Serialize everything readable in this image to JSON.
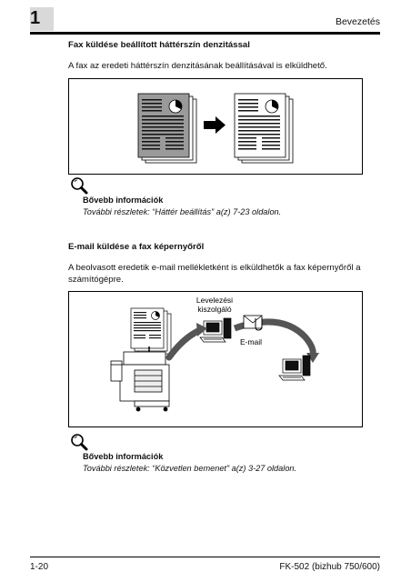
{
  "header": {
    "chapter_number": "1",
    "title": "Bevezetés"
  },
  "section1": {
    "heading": "Fax küldése beállított háttérszín denzitással",
    "paragraph": "A fax az eredeti háttérszín denzitásának beállításával is elküldhető.",
    "info_title": "Bővebb információk",
    "info_text": "További részletek: “Háttér beállítás” a(z) 7-23 oldalon."
  },
  "section2": {
    "heading": "E-mail küldése a fax képernyőről",
    "paragraph_line1": "A beolvasott eredetik e-mail mellékletként is elküldhetők a fax képernyőről a",
    "paragraph_line2": "számítógépre.",
    "server_label_line1": "Levelezési",
    "server_label_line2": "kiszolgáló",
    "email_label": "E-mail",
    "info_title": "Bővebb információk",
    "info_text": "További részletek: “Közvetlen bemenet” a(z) 3-27 oldalon."
  },
  "footer": {
    "page_number": "1-20",
    "product": "FK-502 (bizhub 750/600)"
  },
  "icons": [
    "magnifier-icon",
    "arrow-right-icon",
    "document-icon",
    "copier-icon",
    "computer-icon",
    "envelope-icon",
    "paperclip-icon"
  ]
}
